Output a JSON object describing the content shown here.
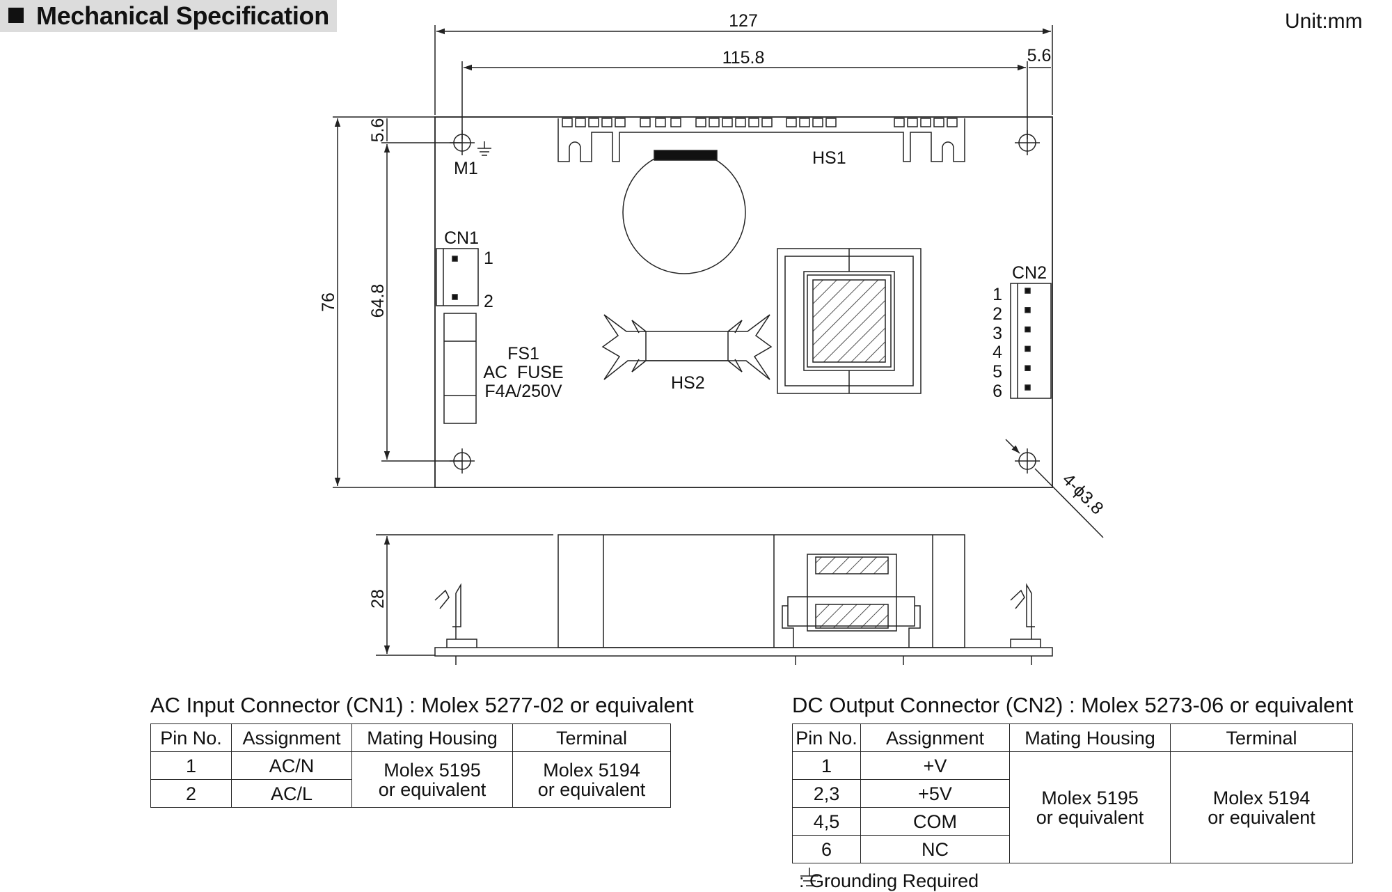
{
  "header": {
    "title": "Mechanical Specification"
  },
  "unit": "Unit:mm",
  "dimensions": {
    "overall_length": "127",
    "hole_spacing_length": "115.8",
    "right_offset": "5.6",
    "top_offset": "5.6",
    "overall_width": "76",
    "hole_spacing_width": "64.8",
    "height": "28",
    "hole_callout": "4-ϕ3.8"
  },
  "board_labels": {
    "m1": "M1",
    "hs1": "HS1",
    "hs2": "HS2",
    "cn1": "CN1",
    "cn2": "CN2",
    "cn1_pins": [
      "1",
      "2"
    ],
    "cn2_pins": [
      "1",
      "2",
      "3",
      "4",
      "5",
      "6"
    ],
    "fuse": [
      "FS1",
      "AC  FUSE",
      "F4A/250V"
    ]
  },
  "cn1_table": {
    "title": "AC Input Connector (CN1) : Molex 5277-02  or equivalent",
    "headers": [
      "Pin No.",
      "Assignment",
      "Mating Housing",
      "Terminal"
    ],
    "rows": [
      [
        "1",
        "AC/N"
      ],
      [
        "2",
        "AC/L"
      ]
    ],
    "housing": [
      "Molex 5195",
      "or equivalent"
    ],
    "terminal": [
      "Molex 5194",
      "or equivalent"
    ]
  },
  "cn2_table": {
    "title": "DC Output Connector (CN2) : Molex 5273-06 or equivalent",
    "headers": [
      "Pin No.",
      "Assignment",
      "Mating Housing",
      "Terminal"
    ],
    "rows": [
      [
        "1",
        "+V"
      ],
      [
        "2,3",
        "+5V"
      ],
      [
        "4,5",
        "COM"
      ],
      [
        "6",
        "NC"
      ]
    ],
    "housing": [
      "Molex 5195",
      "or equivalent"
    ],
    "terminal": [
      "Molex 5194",
      "or equivalent"
    ]
  },
  "note": ": Grounding Required"
}
